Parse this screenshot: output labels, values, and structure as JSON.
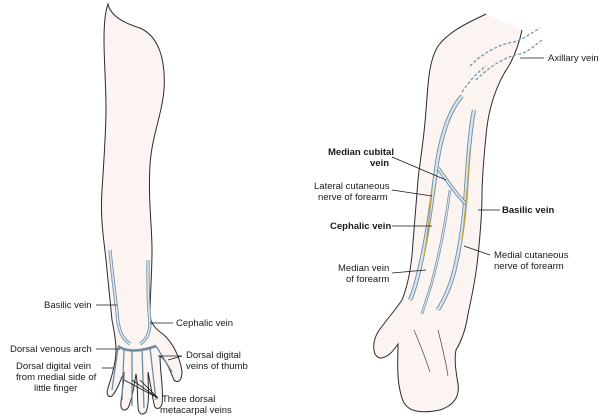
{
  "colors": {
    "skin": "#fbf4f0",
    "outline": "#2b2b2b",
    "vein_fill": "#d8e6ef",
    "vein_stroke": "#6d8ca3",
    "nerve": "#c9a23a",
    "leader": "#1a1a1a"
  },
  "left_figure": {
    "labels": {
      "basilic_vein": "Basilic vein",
      "cephalic_vein": "Cephalic vein",
      "dorsal_venous_arch": "Dorsal venous arch",
      "dorsal_digital_vein_medial_line1": "Dorsal digital vein",
      "dorsal_digital_vein_medial_line2": "from medial side of",
      "dorsal_digital_vein_medial_line3": "little finger",
      "dorsal_digital_veins_thumb_line1": "Dorsal digital",
      "dorsal_digital_veins_thumb_line2": "veins of thumb",
      "three_dorsal_metacarpal_line1": "Three dorsal",
      "three_dorsal_metacarpal_line2": "metacarpal veins"
    }
  },
  "right_figure": {
    "labels": {
      "axillary_vein": "Axillary vein",
      "median_cubital_line1": "Median cubital",
      "median_cubital_line2": "vein",
      "lateral_cutaneous_line1": "Lateral cutaneous",
      "lateral_cutaneous_line2": "nerve of forearm",
      "basilic_vein": "Basilic vein",
      "cephalic_vein": "Cephalic vein",
      "medial_cutaneous_line1": "Medial cutaneous",
      "medial_cutaneous_line2": "nerve of forearm",
      "median_vein_line1": "Median vein",
      "median_vein_line2": "of forearm"
    }
  }
}
